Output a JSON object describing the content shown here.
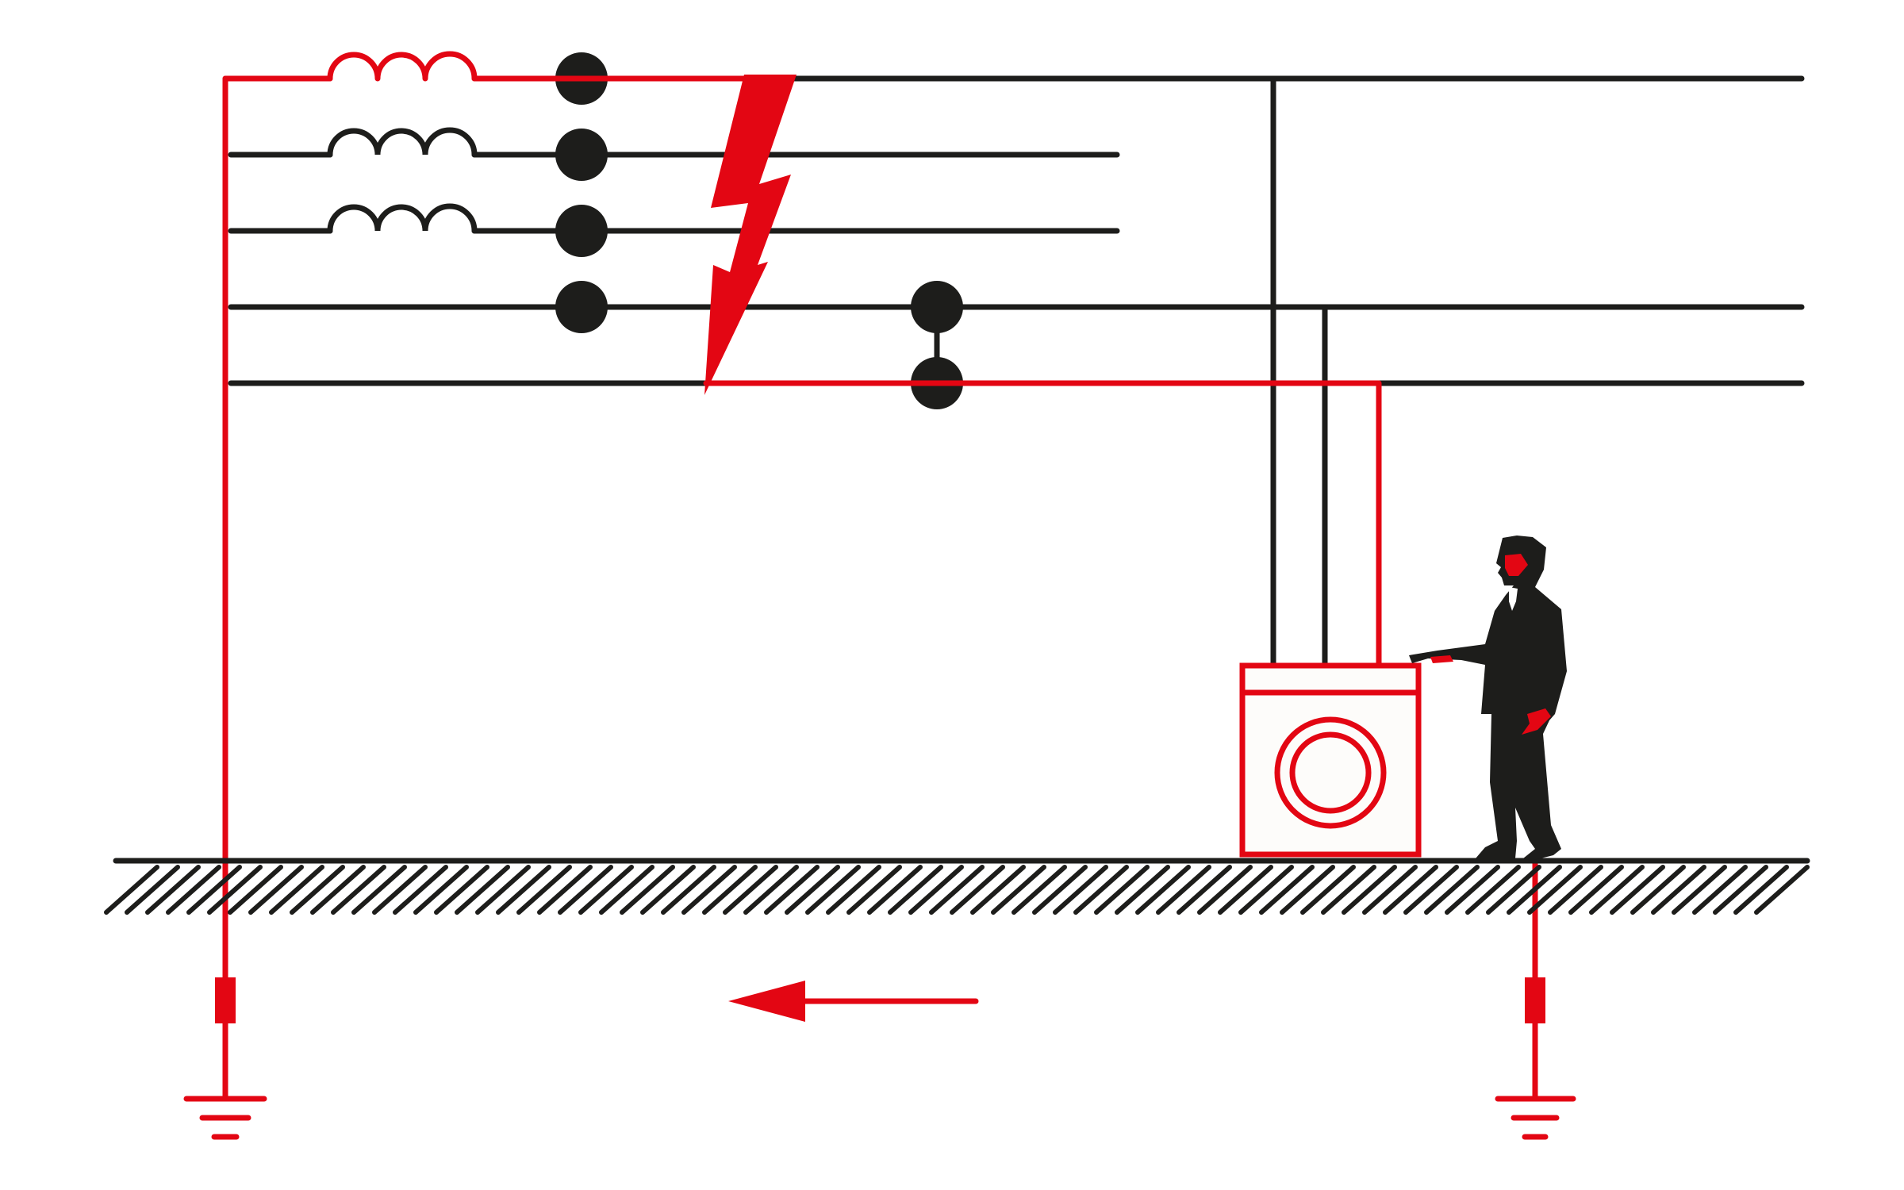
{
  "diagram": {
    "kind": "earth-fault-touch-voltage",
    "colors": {
      "fault_path": "#e30613",
      "conductor": "#1d1d1b",
      "background": "#ffffff",
      "appliance_fill": "#fdfcfa"
    },
    "conductors": [
      {
        "id": "L1",
        "fault_path": true
      },
      {
        "id": "L2",
        "fault_path": false
      },
      {
        "id": "L3",
        "fault_path": false
      },
      {
        "id": "N",
        "fault_path": false
      },
      {
        "id": "PE",
        "fault_path": true
      }
    ],
    "transformer_windings": 3,
    "components": {
      "fault": "lightning-bolt",
      "appliance": "washing-machine",
      "person": "man-touching-appliance",
      "ground": "hatched-soil",
      "current_direction": "left"
    },
    "earth_electrodes": [
      {
        "id": "source-earth",
        "label": ""
      },
      {
        "id": "installation-earth",
        "label": ""
      }
    ]
  }
}
